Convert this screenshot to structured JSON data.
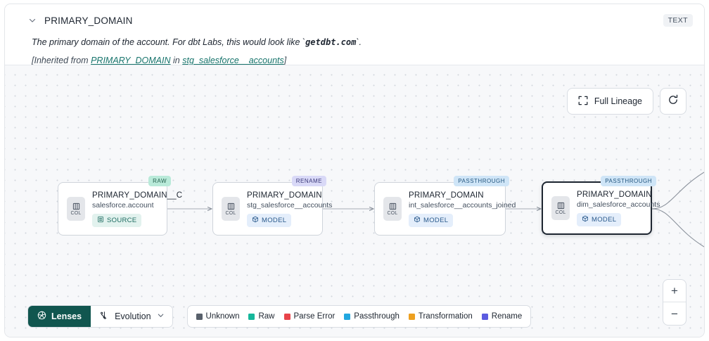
{
  "header": {
    "collapse_icon": "chevron-down-icon",
    "title": "PRIMARY_DOMAIN",
    "type_badge": "TEXT",
    "description_prefix": "The primary domain of the account. For dbt Labs, this would look like `",
    "description_code": "getdbt.com",
    "description_suffix": "`.",
    "inherited_prefix": "[Inherited from ",
    "inherited_link": "PRIMARY_DOMAIN",
    "inherited_mid": " in ",
    "inherited_source": "stg_salesforce__accounts",
    "inherited_suffix": "]"
  },
  "canvas": {
    "controls": {
      "full_lineage_label": "Full Lineage",
      "full_lineage_icon": "expand-icon",
      "refresh_icon": "refresh-icon"
    },
    "zoom": {
      "zoom_in_label": "+",
      "zoom_out_label": "−"
    },
    "nodes": [
      {
        "tag": "RAW",
        "tag_style": "raw",
        "col_label": "COL",
        "name": "PRIMARY_DOMAIN__C",
        "sub": "salesforce.account",
        "kind": "SOURCE",
        "kind_style": "source",
        "kind_icon": "database-icon",
        "selected": false
      },
      {
        "tag": "RENAME",
        "tag_style": "rename",
        "col_label": "COL",
        "name": "PRIMARY_DOMAIN",
        "sub": "stg_salesforce__accounts",
        "kind": "MODEL",
        "kind_style": "model",
        "kind_icon": "cube-icon",
        "selected": false
      },
      {
        "tag": "PASSTHROUGH",
        "tag_style": "passthrough",
        "col_label": "COL",
        "name": "PRIMARY_DOMAIN",
        "sub": "int_salesforce__accounts_joined",
        "kind": "MODEL",
        "kind_style": "model",
        "kind_icon": "cube-icon",
        "selected": false
      },
      {
        "tag": "PASSTHROUGH",
        "tag_style": "passthrough",
        "col_label": "COL",
        "name": "PRIMARY_DOMAIN",
        "sub": "dim_salesforce_accounts",
        "kind": "MODEL",
        "kind_style": "model",
        "kind_icon": "cube-icon",
        "selected": true
      }
    ],
    "toolbar": {
      "lenses_label": "Lenses",
      "lenses_icon": "aperture-icon",
      "evolution_label": "Evolution",
      "evolution_icon": "flow-icon",
      "evolution_chevron": "chevron-down-icon"
    },
    "legend": [
      {
        "label": "Unknown",
        "color": "#58606b"
      },
      {
        "label": "Raw",
        "color": "#16b79b"
      },
      {
        "label": "Parse Error",
        "color": "#e8444a"
      },
      {
        "label": "Passthrough",
        "color": "#22a7e0"
      },
      {
        "label": "Transformation",
        "color": "#eda020"
      },
      {
        "label": "Rename",
        "color": "#5b5be0"
      }
    ]
  }
}
